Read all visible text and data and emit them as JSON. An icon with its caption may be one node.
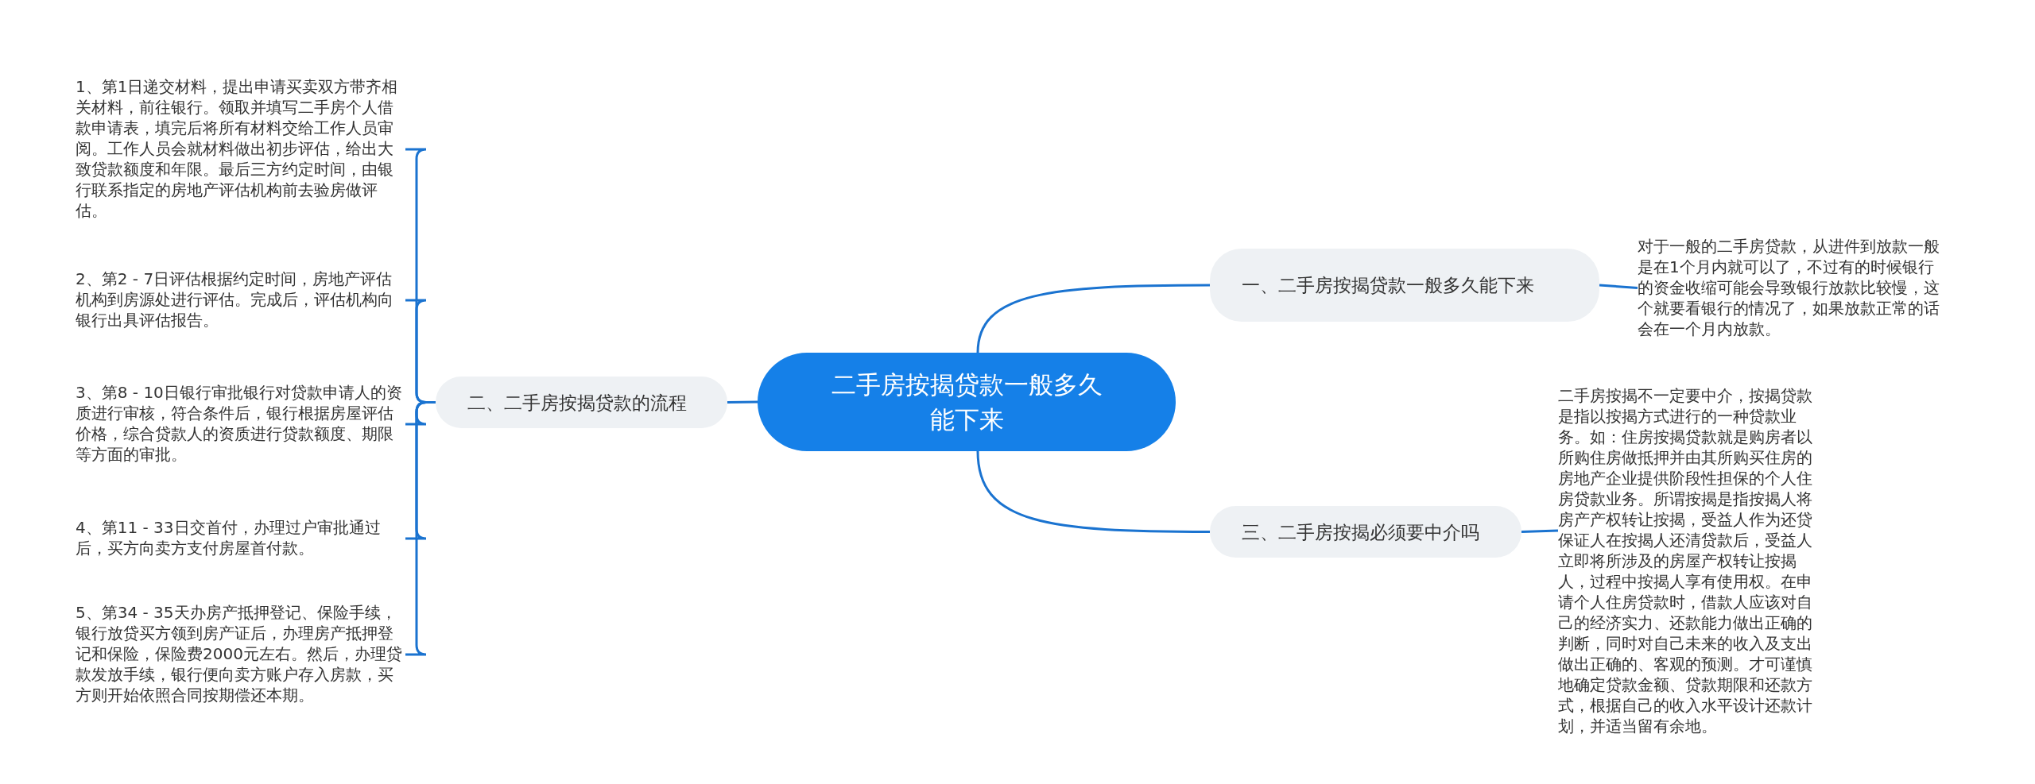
{
  "diagram": {
    "nodes": [
      {
        "text": [
          "二手房按揭贷款一般多久能下来"
        ]
      },
      {
        "text": [
          "一、二手房按揭贷款一般多久能下来"
        ]
      },
      {
        "text": [
          "对于一般的二手房贷款，从进件到放款一般是在1个月内就可以了，不过有的时候银行的资金收缩可能会导致银行放款比较慢，这个就要看银行的情况了，如果放款正常的话会在一个月内放款。"
        ]
      },
      {
        "text": [
          "二、二手房按揭贷款的流程"
        ]
      },
      {
        "text": [
          "1、第1日递交材料，提出申请买卖双方带齐相关材料，前往银行。领取并填写二手房个人借款申请表，填完后将所有材料交给工作人员审阅。工作人员会就材料做出初步评估，给出大致贷款额度和年限。最后三方约定时间，由银行联系指定的房地产评估机构前去验房做评估。"
        ]
      },
      {
        "text": [
          "2、第2 - 7日评估根据约定时间，房地产评估机构到房源处进行评估。完成后，评估机构向银行出具评估报告。"
        ]
      },
      {
        "text": [
          "3、第8 - 10日银行审批银行对贷款申请人的资质进行审核，符合条件后，银行根据房屋评估价格，综合贷款人的资质进行贷款额度、期限等方面的审批。"
        ]
      },
      {
        "text": [
          "4、第11 - 33日交首付，办理过户审批通过后，买方向卖方支付房屋首付款。"
        ]
      },
      {
        "text": [
          "5、第34 - 35天办房产抵押登记、保险手续，银行放贷买方领到房产证后，办理房产抵押登记和保险，保险费2000元左右。然后，办理贷款发放手续，银行便向卖方账户存入房款，买方则开始依照合同按期偿还本期。"
        ]
      },
      {
        "text": [
          "三、二手房按揭必须要中介吗"
        ]
      },
      {
        "text": [
          "二手房按揭不一定要中介，按揭贷款是指以按揭方式进行的一种贷款业务。如：住房按揭贷款就是购房者以所购住房做抵押并由其所购买住房的房地产企业提供阶段性担保的个人住房贷款业务。所谓按揭是指按揭人将房产产权转让按揭，受益人作为还贷保证人在按揭人还清贷款后，受益人立即将所涉及的房屋产权转让按揭人，过程中按揭人享有使用权。在申请个人住房贷款时，借款人应该对自己的经济实力、还款能力做出正确的判断，同时对自己未来的收入及支出做出正确的、客观的预测。才可谨慎地确定贷款金额、贷款期限和还款方式，根据自己的收入水平设计还款计划，并适当留有余地。"
        ]
      }
    ],
    "edges": [
      {
        "from": 0,
        "to": 1,
        "arrow": "none"
      },
      {
        "from": 1,
        "to": 2,
        "arrow": "none"
      },
      {
        "from": 0,
        "to": 3,
        "arrow": "none"
      },
      {
        "from": 3,
        "to": 4,
        "arrow": "none"
      },
      {
        "from": 3,
        "to": 5,
        "arrow": "none"
      },
      {
        "from": 3,
        "to": 6,
        "arrow": "none"
      },
      {
        "from": 3,
        "to": 7,
        "arrow": "none"
      },
      {
        "from": 3,
        "to": 8,
        "arrow": "none"
      },
      {
        "from": 0,
        "to": 9,
        "arrow": "none"
      },
      {
        "from": 9,
        "to": 10,
        "arrow": "none"
      }
    ]
  }
}
